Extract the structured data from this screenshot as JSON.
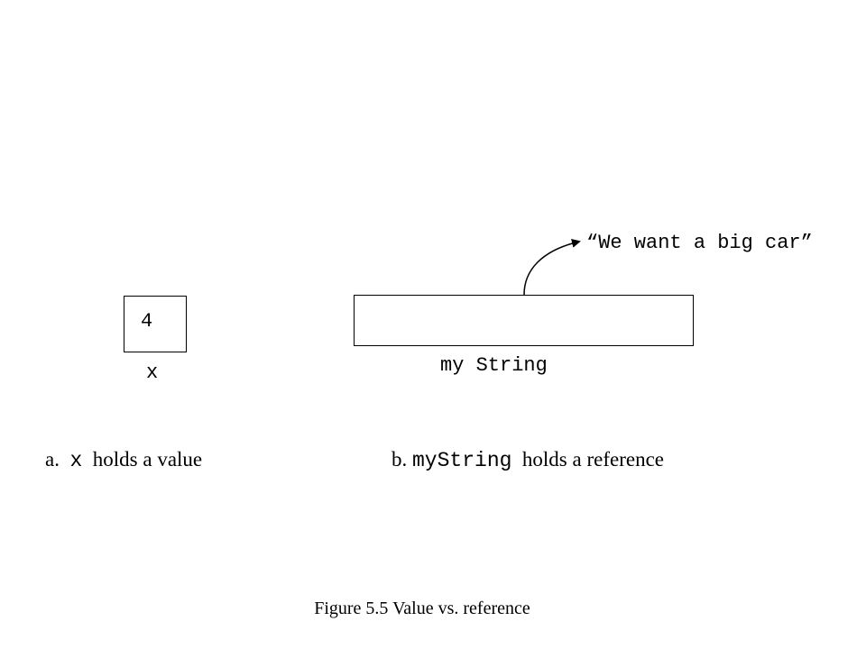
{
  "value_diagram": {
    "box_value": "4",
    "variable_label": "x"
  },
  "reference_diagram": {
    "variable_label": "my String",
    "string_literal": "“We want a big car”"
  },
  "captions": {
    "a_prefix": "a.",
    "a_code": "x",
    "a_suffix": "holds a value",
    "b_prefix": "b.",
    "b_code": "myString",
    "b_suffix": "holds a reference"
  },
  "figure_caption": "Figure 5.5 Value vs. reference"
}
